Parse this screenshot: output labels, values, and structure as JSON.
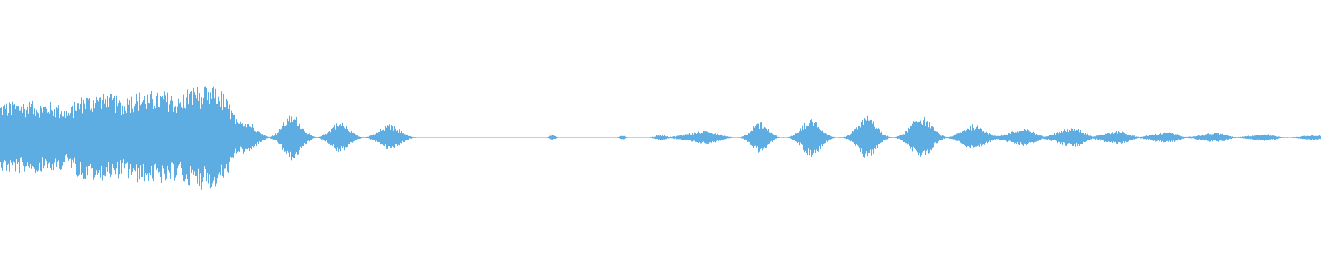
{
  "waveform": {
    "color": "#5dade2",
    "background": "#ffffff",
    "samples_per_burst_hint": 0,
    "bursts": [
      {
        "center": 0.02,
        "width": 0.055,
        "amplitude": 0.28,
        "shape": "wide"
      },
      {
        "center": 0.075,
        "width": 0.035,
        "amplitude": 0.34,
        "shape": "wide"
      },
      {
        "center": 0.115,
        "width": 0.04,
        "amplitude": 0.36,
        "shape": "wide"
      },
      {
        "center": 0.153,
        "width": 0.032,
        "amplitude": 0.4,
        "shape": "wide"
      },
      {
        "center": 0.185,
        "width": 0.02,
        "amplitude": 0.14,
        "shape": "sharp"
      },
      {
        "center": 0.221,
        "width": 0.018,
        "amplitude": 0.18,
        "shape": "sharp"
      },
      {
        "center": 0.257,
        "width": 0.018,
        "amplitude": 0.12,
        "shape": "sharp"
      },
      {
        "center": 0.295,
        "width": 0.02,
        "amplitude": 0.1,
        "shape": "sharp"
      },
      {
        "center": 0.418,
        "width": 0.006,
        "amplitude": 0.02,
        "shape": "sharp"
      },
      {
        "center": 0.471,
        "width": 0.006,
        "amplitude": 0.015,
        "shape": "sharp"
      },
      {
        "center": 0.5,
        "width": 0.012,
        "amplitude": 0.02,
        "shape": "sharp"
      },
      {
        "center": 0.535,
        "width": 0.03,
        "amplitude": 0.05,
        "shape": "rising"
      },
      {
        "center": 0.575,
        "width": 0.016,
        "amplitude": 0.12,
        "shape": "sharp"
      },
      {
        "center": 0.614,
        "width": 0.018,
        "amplitude": 0.15,
        "shape": "sharp"
      },
      {
        "center": 0.656,
        "width": 0.018,
        "amplitude": 0.17,
        "shape": "sharp"
      },
      {
        "center": 0.697,
        "width": 0.02,
        "amplitude": 0.17,
        "shape": "sharp"
      },
      {
        "center": 0.737,
        "width": 0.022,
        "amplitude": 0.1,
        "shape": "sharp"
      },
      {
        "center": 0.776,
        "width": 0.025,
        "amplitude": 0.065,
        "shape": "rising"
      },
      {
        "center": 0.813,
        "width": 0.025,
        "amplitude": 0.075,
        "shape": "rising"
      },
      {
        "center": 0.847,
        "width": 0.025,
        "amplitude": 0.05,
        "shape": "rising"
      },
      {
        "center": 0.884,
        "width": 0.025,
        "amplitude": 0.04,
        "shape": "rising"
      },
      {
        "center": 0.921,
        "width": 0.025,
        "amplitude": 0.035,
        "shape": "rising"
      },
      {
        "center": 0.958,
        "width": 0.025,
        "amplitude": 0.025,
        "shape": "rising"
      },
      {
        "center": 0.995,
        "width": 0.02,
        "amplitude": 0.02,
        "shape": "rising"
      }
    ],
    "baseline_noise": 0.004,
    "quiet_ranges": [
      [
        0.3,
        0.57
      ]
    ]
  }
}
